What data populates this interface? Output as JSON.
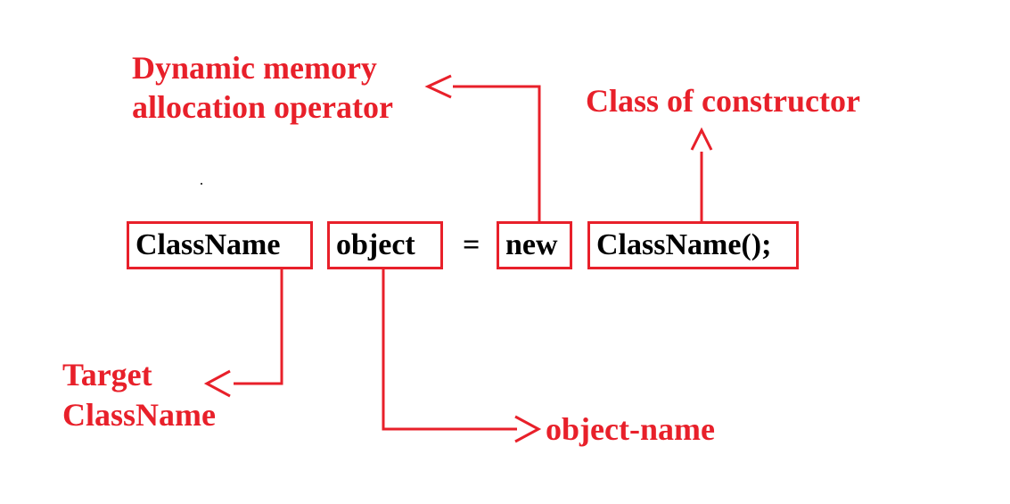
{
  "colors": {
    "accent": "#e8202a",
    "text": "#000000",
    "background": "#ffffff"
  },
  "code": {
    "class_name": "ClassName",
    "object": "object",
    "equals": "=",
    "new": "new",
    "constructor": "ClassName();"
  },
  "labels": {
    "dynamic_memory_line1": "Dynamic memory",
    "dynamic_memory_line2": "allocation operator",
    "class_of_constructor": "Class of constructor",
    "target_line1": "Target",
    "target_line2": "ClassName",
    "object_name": "object-name"
  }
}
